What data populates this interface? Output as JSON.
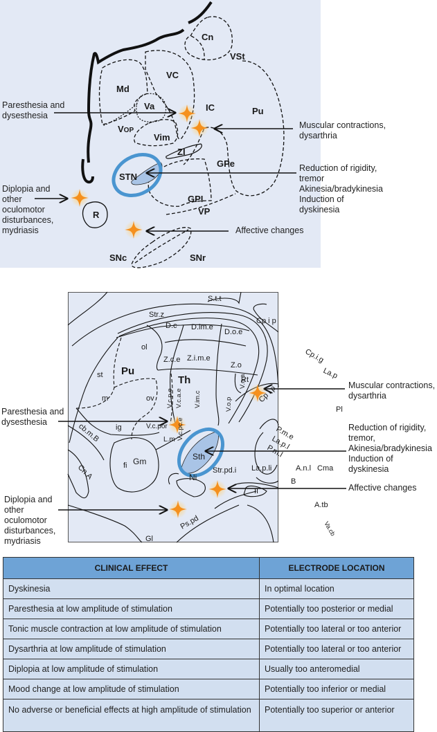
{
  "top_diagram": {
    "structures": [
      "Cn",
      "VSt",
      "VC",
      "Md",
      "Va",
      "VOP",
      "Vim",
      "IC",
      "Pu",
      "ZI",
      "STN",
      "GPe",
      "GPI",
      "VP",
      "R",
      "SNc",
      "SNr"
    ],
    "labels": {
      "cn": "Cn",
      "vst": "VSt",
      "vc": "VC",
      "md": "Md",
      "va": "Va",
      "vop_v": "V",
      "vop_op": "OP",
      "vim": "Vim",
      "ic": "IC",
      "pu": "Pu",
      "zi": "ZI",
      "stn": "STN",
      "gpe": "GPe",
      "gpi": "GPI",
      "vp": "VP",
      "r": "R",
      "snc": "SNc",
      "snr": "SNr"
    },
    "annotations": {
      "paresthesia": [
        "Paresthesia and",
        "dysesthesia"
      ],
      "muscular": [
        "Muscular contractions,",
        "dysarthria"
      ],
      "rigidity": [
        "Reduction of rigidity,",
        "tremor",
        "Akinesia/bradykinesia",
        "Induction of",
        "dyskinesia"
      ],
      "diplopia": [
        "Diplopia and",
        "other",
        "oculomotor",
        "disturbances,",
        "mydriasis"
      ],
      "affective": [
        "Affective changes"
      ]
    }
  },
  "middle_diagram": {
    "labels": {
      "stt": "S.t.t",
      "strz": "Str.z",
      "dc": "D.c",
      "dime": "D.im.e",
      "doe": "D.o.e",
      "cpip": "Cp i p",
      "ol": "ol",
      "zce": "Z.c.e",
      "zime": "Z.i.m.e",
      "zo": "Z.o",
      "cpig": "Cp.i.g",
      "lap": "La.p",
      "st": "st",
      "pu": "Pu",
      "th": "Th",
      "voa": "V.o.a",
      "rt": "Rt",
      "cpip2": "Cp i p",
      "m": "m",
      "ov": "ov",
      "vcpe": "V.c.p.e",
      "vcae": "V.c.a.e",
      "vimc": "V.im.c",
      "vop": "V.o.p",
      "pl": "Pl",
      "ig": "ig",
      "vcpor": "V.c.por",
      "vcpce": "V.c.pc.e",
      "cbmb": "cb.m.B",
      "pme": "P.m.e",
      "lapl": "La.p.l",
      "pml": "P.m.l",
      "cna": "Cn.A",
      "lm": "L.m",
      "fi": "fi",
      "gm": "Gm",
      "sth": "Sth",
      "lapli": "La.p.li",
      "anl": "A.n.l",
      "cma": "Cma",
      "ni": "Ni",
      "strpdi": "Str.pd.i",
      "b": "B",
      "ii": "II",
      "atb": "A.tb",
      "pspd": "Ps.pd",
      "vacb": "Va.cb",
      "gl": "Gl"
    },
    "annotations": {
      "muscular": [
        "Muscular contractions,",
        "dysarthria"
      ],
      "paresthesia": [
        "Paresthesia and",
        "dysesthesia"
      ],
      "rigidity": [
        "Reduction of rigidity,",
        "tremor,",
        "Akinesia/bradykinesia",
        "Induction of",
        "dyskinesia"
      ],
      "affective": [
        "Affective changes"
      ],
      "diplopia": [
        "Diplopia and",
        "other",
        "oculomotor",
        "disturbances,",
        "mydriasis"
      ]
    }
  },
  "colors": {
    "panel_bg": "#e3e9f5",
    "stn_ring": "#4a95d0",
    "stn_fill": "#a9c4e6",
    "star": "#f5901e",
    "table_header": "#6ea3d6",
    "table_cell": "#d2dff0"
  },
  "table": {
    "headers": [
      "CLINICAL EFFECT",
      "ELECTRODE LOCATION"
    ],
    "rows": [
      {
        "effect": "Dyskinesia",
        "location": "In optimal location"
      },
      {
        "effect": "Paresthesia at low amplitude of stimulation",
        "location": "Potentially too posterior or medial"
      },
      {
        "effect": "Tonic muscle contraction at low amplitude of stimulation",
        "location": "Potentially too lateral or too anterior"
      },
      {
        "effect": "Dysarthria at low amplitude of stimulation",
        "location": "Potentially too lateral or too anterior"
      },
      {
        "effect": "Diplopia at low amplitude of stimulation",
        "location": "Usually too anteromedial"
      },
      {
        "effect": "Mood change at low amplitude of stimulation",
        "location": "Potentially too inferior or medial"
      },
      {
        "effect": "No adverse or beneficial effects at high amplitude of stimulation",
        "location": "Potentially too superior or anterior"
      }
    ]
  }
}
